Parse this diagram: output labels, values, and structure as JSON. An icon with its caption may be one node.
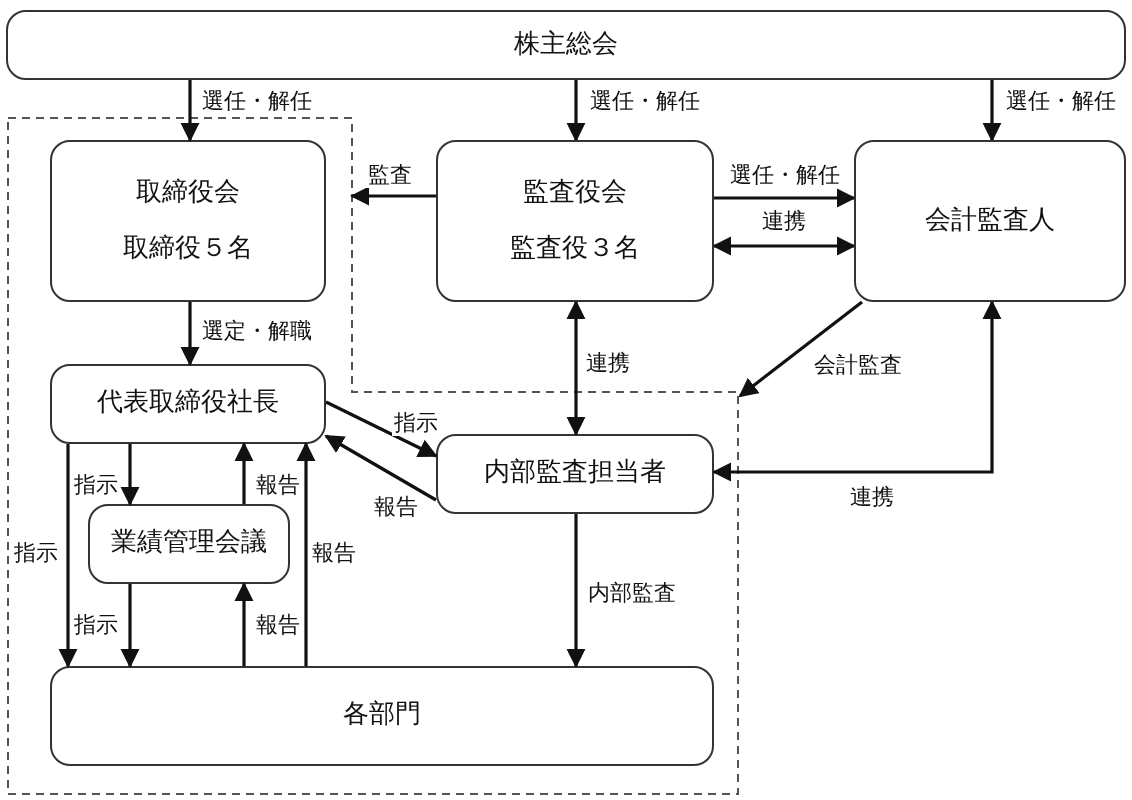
{
  "diagram": {
    "nodes": [
      {
        "text": [
          "株主総会"
        ]
      },
      {
        "text": [],
        "shape": "region"
      },
      {
        "text": [
          "取締役会",
          "取締役５名"
        ],
        "in": 1
      },
      {
        "text": [
          "監査役会",
          "監査役３名"
        ]
      },
      {
        "text": [
          "会計監査人"
        ]
      },
      {
        "text": [
          "代表取締役社長"
        ],
        "in": 1
      },
      {
        "text": [
          "業績管理会議"
        ],
        "in": 1
      },
      {
        "text": [
          "内部監査担当者"
        ],
        "in": 1
      },
      {
        "text": [
          "各部門"
        ],
        "in": 1
      }
    ],
    "edges": [
      {
        "from": 0,
        "to": 2,
        "arrow": "to",
        "label": "選任・解任"
      },
      {
        "from": 0,
        "to": 3,
        "arrow": "to",
        "label": "選任・解任"
      },
      {
        "from": 0,
        "to": 4,
        "arrow": "to",
        "label": "選任・解任"
      },
      {
        "from": 3,
        "to": 1,
        "arrow": "to",
        "label": "監査"
      },
      {
        "from": 3,
        "to": 4,
        "arrow": "to",
        "label": "選任・解任"
      },
      {
        "from": 3,
        "to": 4,
        "arrow": "both",
        "label": "連携"
      },
      {
        "from": 2,
        "to": 5,
        "arrow": "to",
        "label": "選定・解職"
      },
      {
        "from": 3,
        "to": 7,
        "arrow": "both",
        "label": "連携"
      },
      {
        "from": 4,
        "to": 1,
        "arrow": "to",
        "label": "会計監査"
      },
      {
        "from": 5,
        "to": 7,
        "arrow": "to",
        "label": "指示"
      },
      {
        "from": 7,
        "to": 5,
        "arrow": "to",
        "label": "報告"
      },
      {
        "from": 4,
        "to": 7,
        "arrow": "both",
        "label": "連携"
      },
      {
        "from": 5,
        "to": 6,
        "arrow": "to",
        "label": "指示"
      },
      {
        "from": 6,
        "to": 5,
        "arrow": "to",
        "label": "報告"
      },
      {
        "from": 5,
        "to": 8,
        "arrow": "to",
        "label": "指示"
      },
      {
        "from": 6,
        "to": 8,
        "arrow": "to",
        "label": "指示"
      },
      {
        "from": 8,
        "to": 6,
        "arrow": "to",
        "label": "報告"
      },
      {
        "from": 8,
        "to": 5,
        "arrow": "to",
        "label": "報告"
      },
      {
        "from": 7,
        "to": 8,
        "arrow": "to",
        "label": "内部監査"
      }
    ]
  }
}
